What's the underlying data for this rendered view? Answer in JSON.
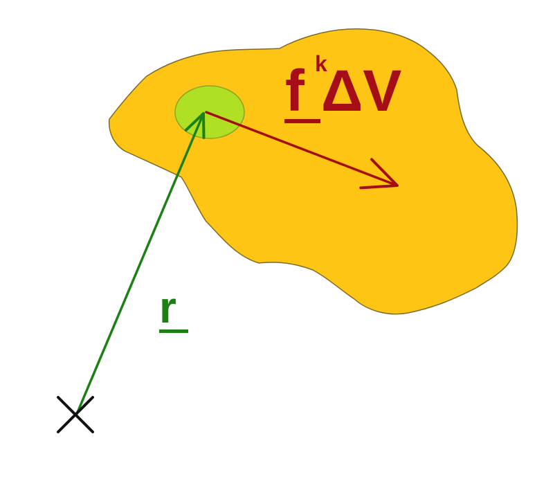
{
  "diagram": {
    "colors": {
      "body_fill": "#fec515",
      "body_stroke": "#7a6a2a",
      "element_fill": "#b0e024",
      "element_stroke": "#8aa424",
      "position_vector": "#1e7f14",
      "force_vector": "#a50d17",
      "origin_marker": "#111111"
    },
    "labels": {
      "position_vector": "r",
      "force_main": "f",
      "force_superscript": "k",
      "force_suffix": "ΔV"
    }
  }
}
